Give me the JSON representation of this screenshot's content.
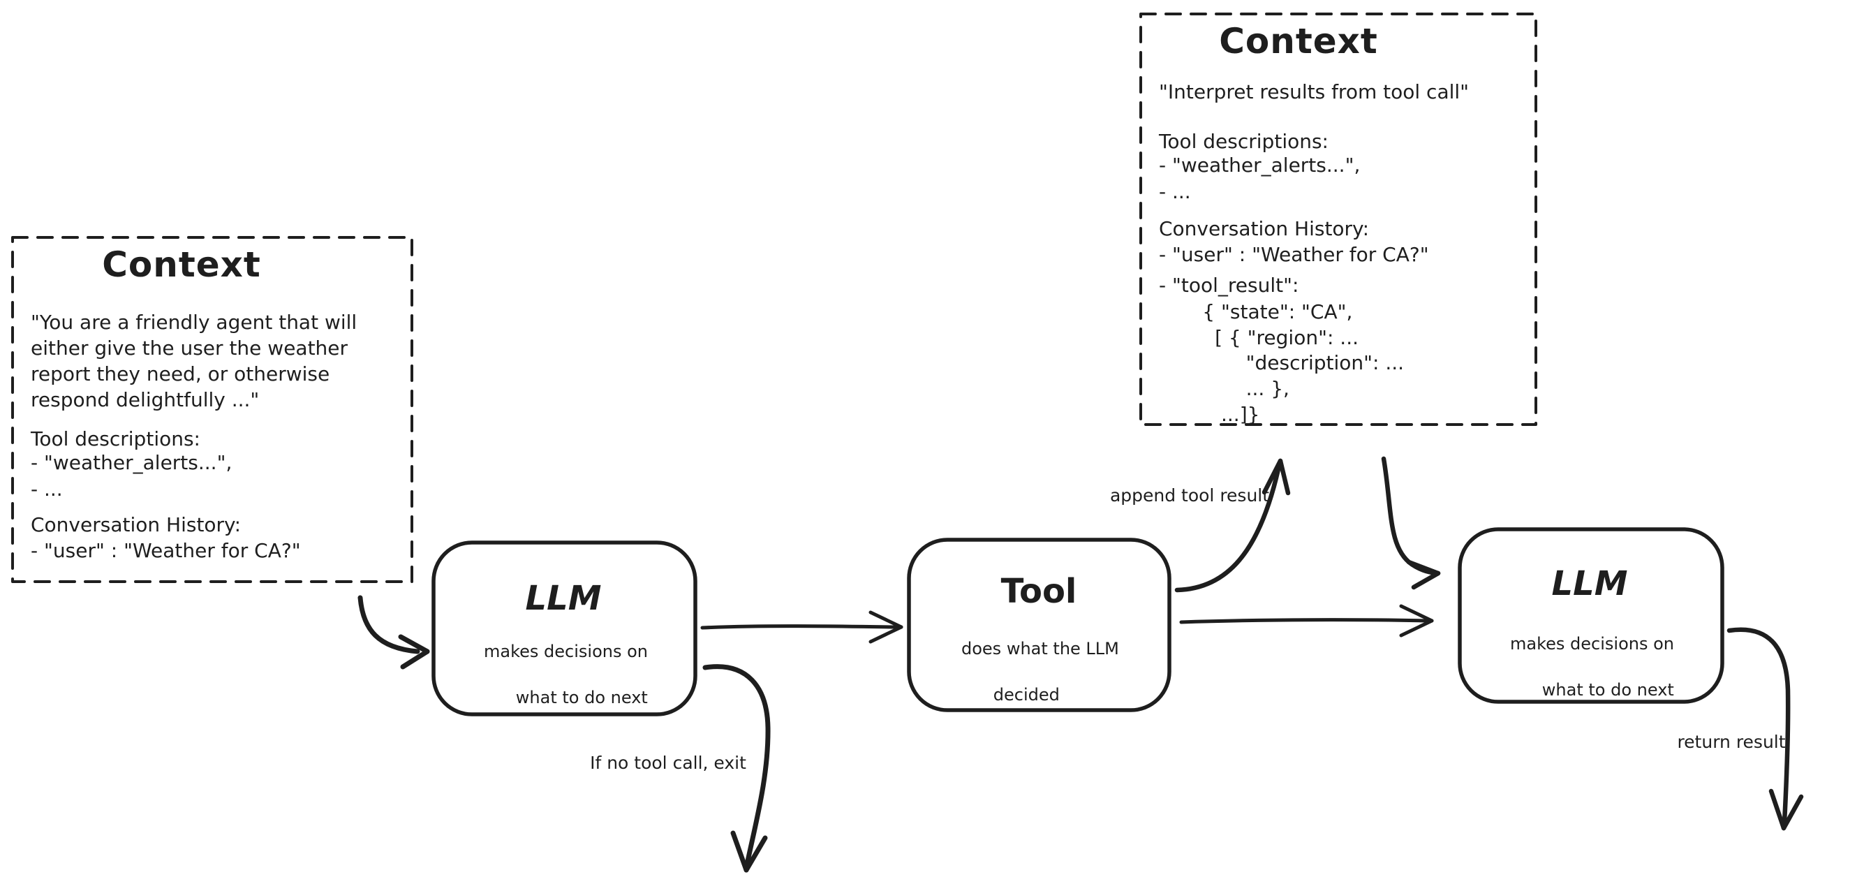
{
  "diagram": {
    "background": "#ffffff",
    "stroke_color": "#1e1e1e",
    "context_box_1": {
      "title": "Context",
      "lines": [
        "\"You are a friendly agent that will",
        "either give the user the weather",
        "report they need, or otherwise",
        "respond delightfully ...\"",
        "Tool descriptions:",
        "- \"weather_alerts...\",",
        "- ...",
        "Conversation History:",
        "- \"user\" : \"Weather for CA?\""
      ]
    },
    "context_box_2": {
      "title": "Context",
      "lines": [
        "\"Interpret results from tool call\"",
        "Tool descriptions:",
        "- \"weather_alerts...\",",
        "- ...",
        "Conversation History:",
        "- \"user\" : \"Weather for CA?\"",
        "- \"tool_result\":",
        "       { \"state\": \"CA\",",
        "         [ { \"region\": ...",
        "              \"description\": ...",
        "              ... },",
        "          ...]}"
      ]
    },
    "nodes": {
      "llm_1": {
        "title": "LLM",
        "desc_line_1": "makes decisions on",
        "desc_line_2": "what to do next"
      },
      "tool": {
        "title": "Tool",
        "desc_line_1": "does what the LLM",
        "desc_line_2": "decided"
      },
      "llm_2": {
        "title": "LLM",
        "desc_line_1": "makes decisions on",
        "desc_line_2": "what to do next"
      }
    },
    "edge_labels": {
      "append_tool_result": "append tool result",
      "if_no_tool_call_exit": "If no tool call, exit",
      "return_result": "return result"
    }
  }
}
